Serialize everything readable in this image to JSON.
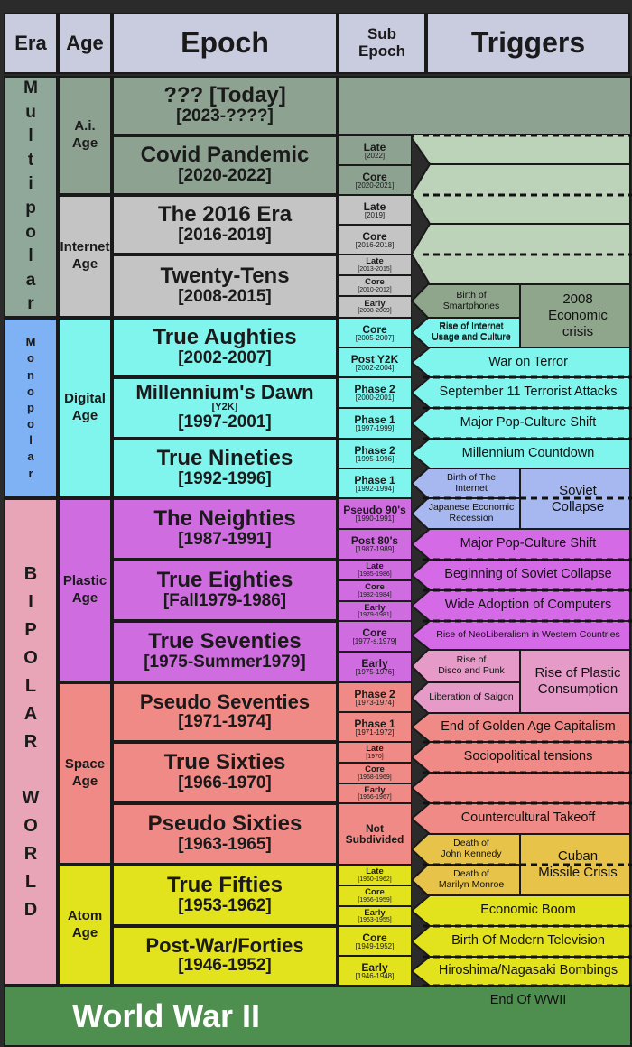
{
  "headers": {
    "era": "Era",
    "age": "Age",
    "epoch": "Epoch",
    "sub_epoch": "Sub\nEpoch",
    "triggers": "Triggers"
  },
  "colors": {
    "header": "#c9cbdf",
    "multipolar": "#8fa89a",
    "monopolar": "#7fb2f5",
    "bipolar": "#e8a5b8",
    "ai": "#8ea292",
    "internet": "#c4c4c4",
    "digital": "#7ff5ee",
    "plastic": "#cf6de0",
    "space": "#f08a86",
    "atom": "#e3e31d",
    "ww2": "#4e8f4f",
    "trig_gray": "#bcd3b9",
    "trig_gray_dark": "#8fa68c",
    "trig_cyan": "#7ff5ee",
    "trig_blue": "#a7b7f0",
    "trig_purple": "#d56ae6",
    "trig_pink": "#e69ac8",
    "trig_orange": "#f08a86",
    "trig_yellow": "#e3e31d",
    "trig_green": "#8fa68c",
    "trig_gold": "#e8c34a"
  },
  "eras": [
    {
      "letters": "M\nu\nl\nt\ni\np\no\nl\na\nr"
    },
    {
      "letters": "M\no\nn\no\np\no\nl\na\nr"
    },
    {
      "letters": "B\nI\nP\nO\nL\nA\nR\n \nW\nO\nR\nL\nD"
    }
  ],
  "ages": [
    "A.i.\nAge",
    "Internet\nAge",
    "Digital\nAge",
    "Plastic\nAge",
    "Space\nAge",
    "Atom\nAge"
  ],
  "epochs": [
    {
      "name": "??? [Today]",
      "years": "[2023-????]"
    },
    {
      "name": "Covid Pandemic",
      "years": "[2020-2022]"
    },
    {
      "name": "The 2016 Era",
      "years": "[2016-2019]"
    },
    {
      "name": "Twenty-Tens",
      "years": "[2008-2015]"
    },
    {
      "name": "True Aughties",
      "years": "[2002-2007]"
    },
    {
      "name": "Millennium's Dawn",
      "sub": "[Y2K]",
      "years": "[1997-2001]"
    },
    {
      "name": "True Nineties",
      "years": "[1992-1996]"
    },
    {
      "name": "The Neighties",
      "years": "[1987-1991]"
    },
    {
      "name": "True Eighties",
      "years": "[Fall1979-1986]"
    },
    {
      "name": "True Seventies",
      "years": "[1975-Summer1979]"
    },
    {
      "name": "Pseudo Seventies",
      "years": "[1971-1974]"
    },
    {
      "name": "True Sixties",
      "years": "[1966-1970]"
    },
    {
      "name": "Pseudo Sixties",
      "years": "[1963-1965]"
    },
    {
      "name": "True Fifties",
      "years": "[1953-1962]"
    },
    {
      "name": "Post-War/Forties",
      "years": "[1946-1952]"
    }
  ],
  "ww2": "World War II",
  "subepochs": [
    {
      "label": "Late",
      "years": "[2022]"
    },
    {
      "label": "Core",
      "years": "[2020-2021]"
    },
    {
      "label": "Late",
      "years": "[2019]"
    },
    {
      "label": "Core",
      "years": "[2016-2018]"
    },
    {
      "label": "Late",
      "years": "[2013-2015]"
    },
    {
      "label": "Core",
      "years": "[2010-2012]"
    },
    {
      "label": "Early",
      "years": "[2008-2009]"
    },
    {
      "label": "Core",
      "years": "[2005-2007]"
    },
    {
      "label": "Post Y2K",
      "years": "[2002-2004]"
    },
    {
      "label": "Phase 2",
      "years": "[2000-2001]"
    },
    {
      "label": "Phase 1",
      "years": "[1997-1999]"
    },
    {
      "label": "Phase 2",
      "years": "[1995-1996]"
    },
    {
      "label": "Phase 1",
      "years": "[1992-1994]"
    },
    {
      "label": "Pseudo 90's",
      "years": "[1990-1991]"
    },
    {
      "label": "Post 80's",
      "years": "[1987-1989]"
    },
    {
      "label": "Late",
      "years": "[1985-1986]"
    },
    {
      "label": "Core",
      "years": "[1982-1984]"
    },
    {
      "label": "Early",
      "years": "[1979-1981]"
    },
    {
      "label": "Core",
      "years": "[1977-s.1979]"
    },
    {
      "label": "Early",
      "years": "[1975-1976]"
    },
    {
      "label": "Phase 2",
      "years": "[1973-1974]"
    },
    {
      "label": "Phase 1",
      "years": "[1971-1972]"
    },
    {
      "label": "Late",
      "years": "[1970]"
    },
    {
      "label": "Core",
      "years": "[1968-1969]"
    },
    {
      "label": "Early",
      "years": "[1966-1967]"
    },
    {
      "label": "Not\nSubdivided",
      "years": ""
    },
    {
      "label": "Late",
      "years": "[1960-1962]"
    },
    {
      "label": "Core",
      "years": "[1956-1959]"
    },
    {
      "label": "Early",
      "years": "[1953-1955]"
    },
    {
      "label": "Core",
      "years": "[1949-1952]"
    },
    {
      "label": "Early",
      "years": "[1946-1948]"
    }
  ],
  "triggers": [
    {
      "text": ""
    },
    {
      "text": ""
    },
    {
      "text": ""
    },
    {
      "text": ""
    },
    {
      "text": ""
    },
    {
      "text": "Birth of\nSmartphones"
    },
    {
      "text": "2008\nEconomic\ncrisis"
    },
    {
      "text": "Rise of Internet\nUsage and Culture"
    },
    {
      "text": "War on Terror"
    },
    {
      "text": "September 11 Terrorist Attacks"
    },
    {
      "text": "Major Pop-Culture Shift"
    },
    {
      "text": "Millennium Countdown"
    },
    {
      "text": "Birth of The\nInternet"
    },
    {
      "text": "Soviet\nCollapse"
    },
    {
      "text": "Japanese Economic\nRecession"
    },
    {
      "text": "Major Pop-Culture Shift"
    },
    {
      "text": "Beginning of Soviet Collapse"
    },
    {
      "text": "Wide Adoption of Computers"
    },
    {
      "text": "Rise of NeoLiberalism in Western Countries"
    },
    {
      "text": "Rise of\nDisco and Punk"
    },
    {
      "text": "Rise of Plastic\nConsumption"
    },
    {
      "text": "Liberation of Saigon"
    },
    {
      "text": "End of Golden Age Capitalism"
    },
    {
      "text": "Sociopolitical tensions"
    },
    {
      "text": ""
    },
    {
      "text": "Countercultural Takeoff"
    },
    {
      "text": "Death of\nJohn Kennedy"
    },
    {
      "text": "Cuban\nMissile Crisis"
    },
    {
      "text": "Death of\nMarilyn Monroe"
    },
    {
      "text": "Economic Boom"
    },
    {
      "text": "Birth Of Modern Television"
    },
    {
      "text": "Hiroshima/Nagasaki Bombings"
    },
    {
      "text": "End Of WWII"
    }
  ]
}
